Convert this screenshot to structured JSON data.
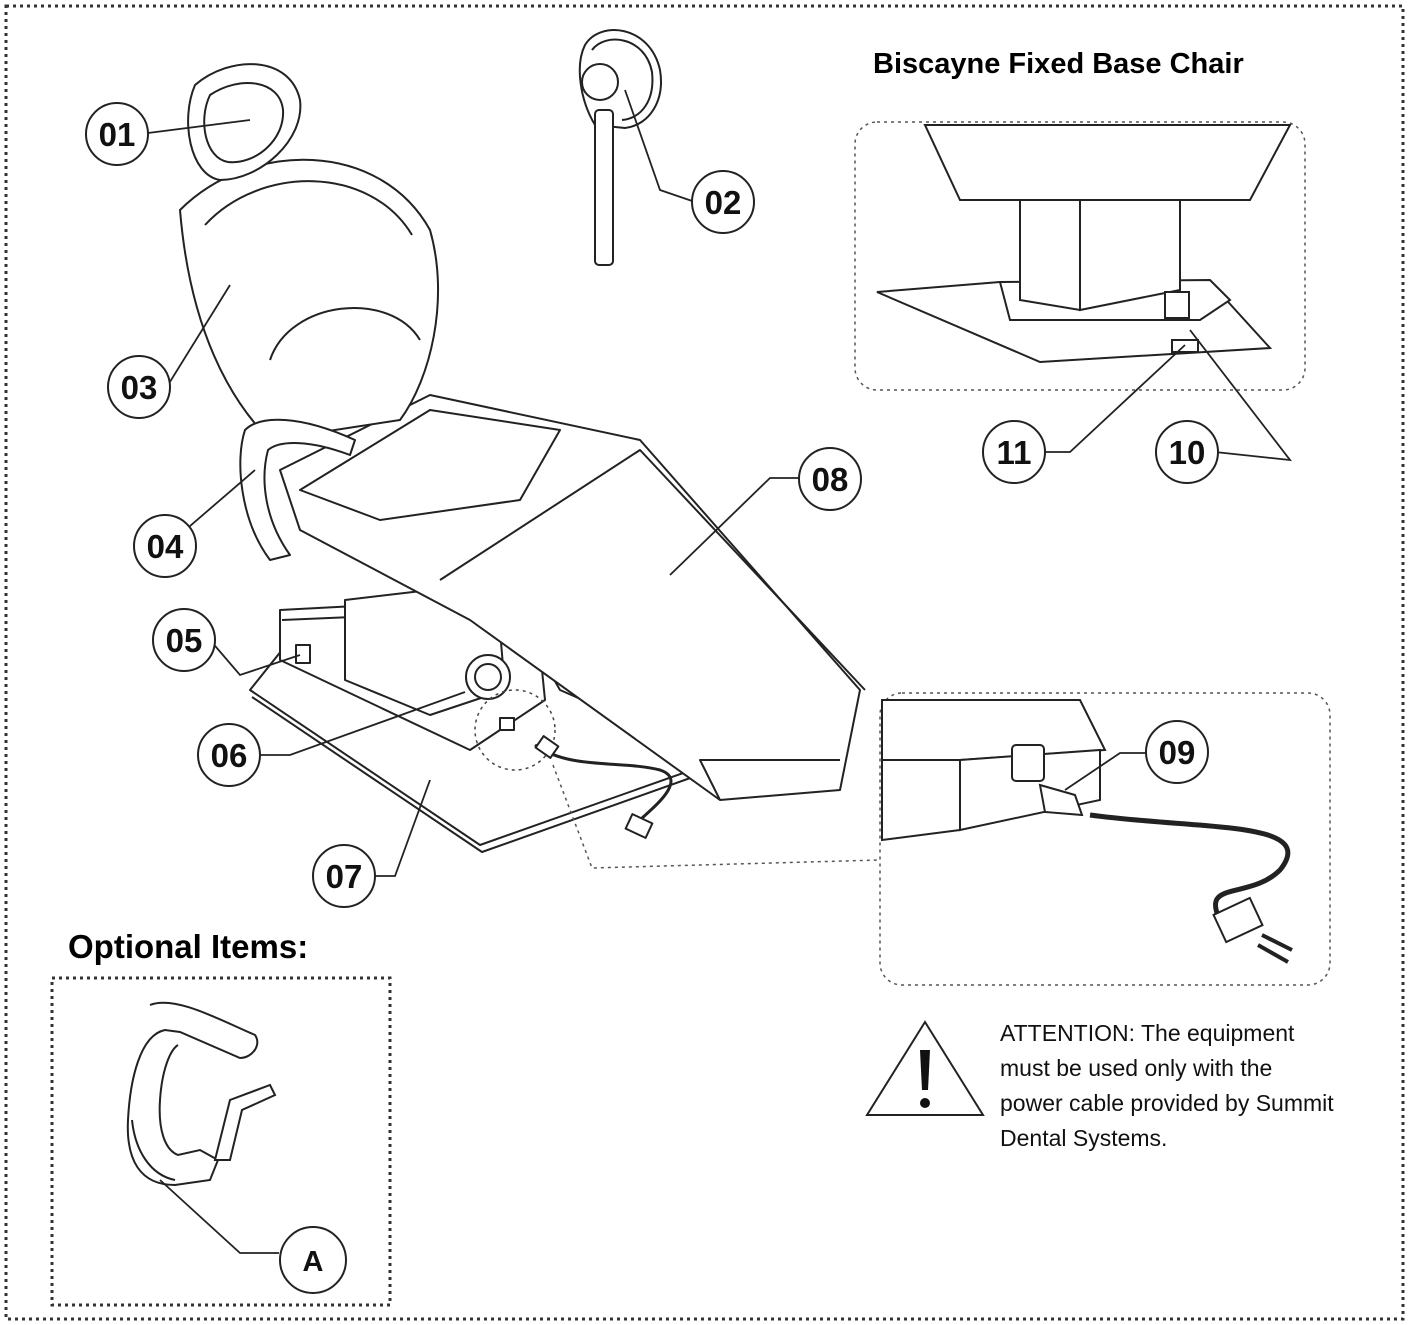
{
  "title": "Biscayne Fixed Base Chair",
  "optional_heading": "Optional Items:",
  "attention": {
    "lines": [
      "ATTENTION: The equipment",
      "must be used only with the",
      "power cable provided by Summit",
      "Dental Systems."
    ]
  },
  "callouts": {
    "c01": "01",
    "c02": "02",
    "c03": "03",
    "c04": "04",
    "c05": "05",
    "c06": "06",
    "c07": "07",
    "c08": "08",
    "c09": "09",
    "c10": "10",
    "c11": "11",
    "cA": "A"
  },
  "icons": [
    "warning-triangle-icon"
  ],
  "colors": {
    "line": "#222222",
    "frame": "#333333",
    "background": "#ffffff"
  }
}
